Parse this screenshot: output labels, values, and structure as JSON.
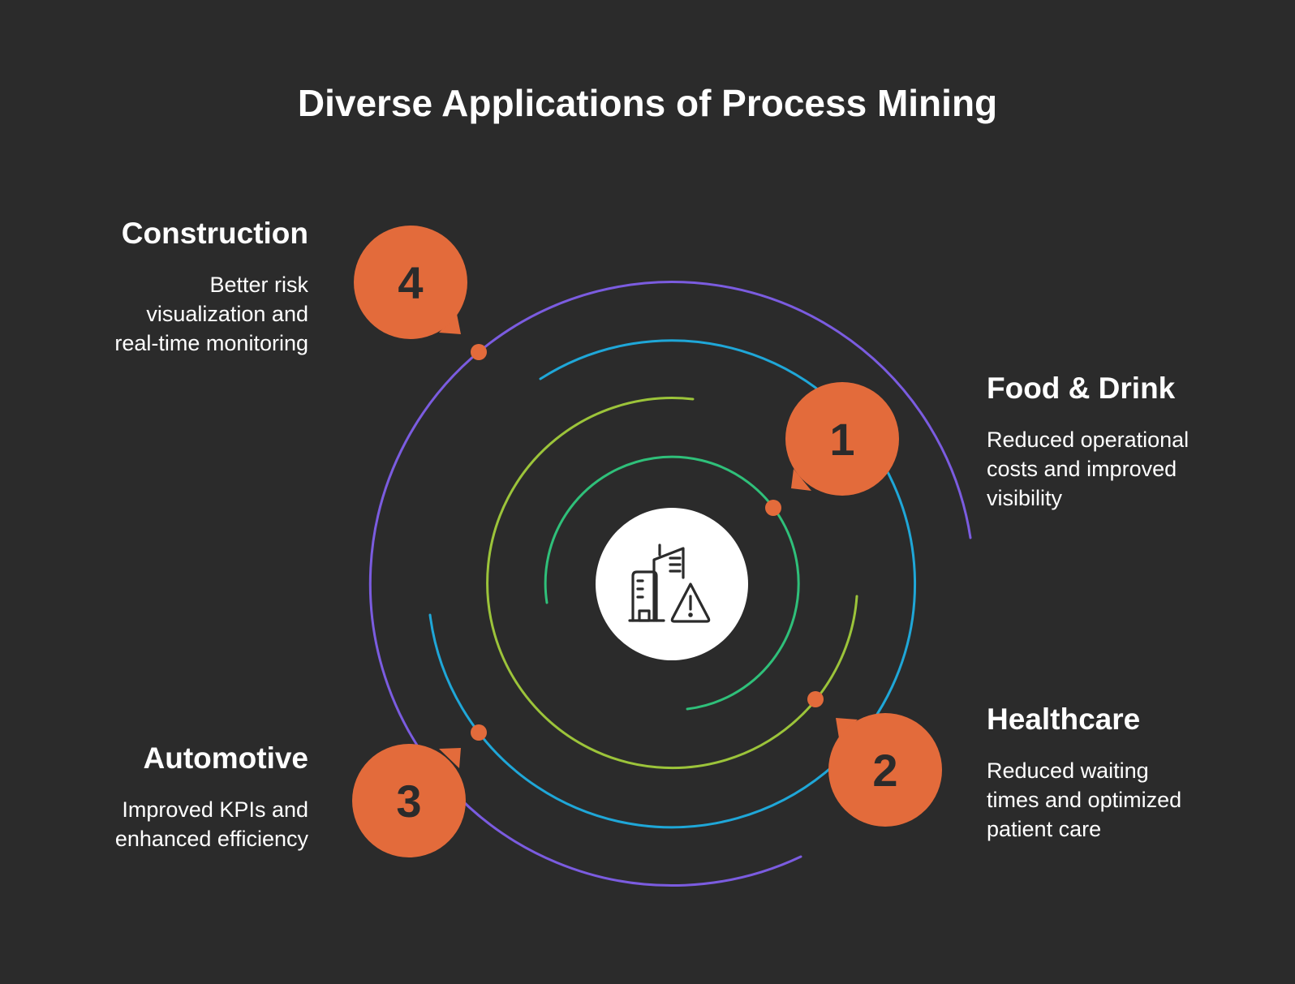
{
  "title": "Diverse Applications of Process Mining",
  "colors": {
    "background": "#2b2b2b",
    "accent": "#e36b3b",
    "ring_outer": "#7b5ce0",
    "ring_second": "#1fa7d8",
    "ring_third": "#9cc43a",
    "ring_inner": "#2fc07a"
  },
  "center_icon": "buildings-warning-icon",
  "items": [
    {
      "number": "1",
      "heading": "Food & Drink",
      "description": "Reduced operational costs and improved visibility",
      "lines": [
        "Reduced operational",
        "costs and improved",
        "visibility"
      ]
    },
    {
      "number": "2",
      "heading": "Healthcare",
      "description": "Reduced waiting times and optimized patient care",
      "lines": [
        "Reduced waiting",
        "times and optimized",
        "patient care"
      ]
    },
    {
      "number": "3",
      "heading": "Automotive",
      "description": "Improved KPIs and enhanced efficiency",
      "lines": [
        "Improved KPIs and",
        "enhanced efficiency"
      ]
    },
    {
      "number": "4",
      "heading": "Construction",
      "description": "Better risk visualization and real-time monitoring",
      "lines": [
        "Better risk",
        "visualization and",
        "real-time monitoring"
      ]
    }
  ]
}
